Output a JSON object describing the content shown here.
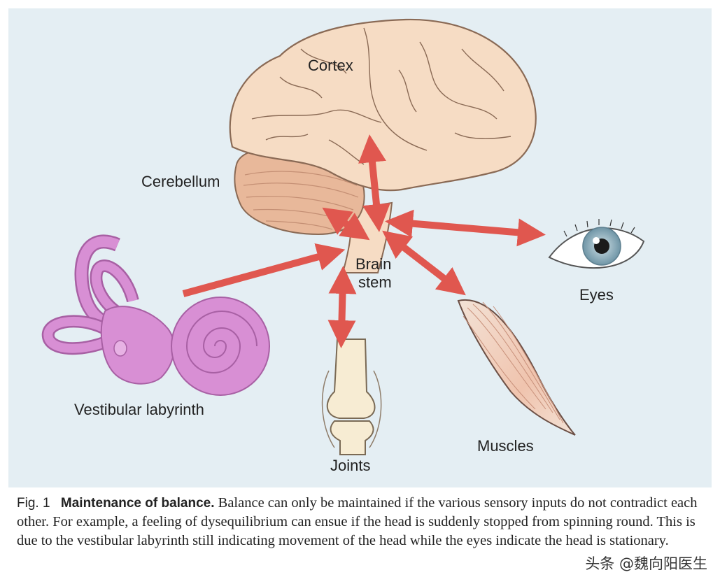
{
  "labels": {
    "cortex": "Cortex",
    "cerebellum": "Cerebellum",
    "brain_stem_line1": "Brain",
    "brain_stem_line2": "stem",
    "eyes": "Eyes",
    "muscles": "Muscles",
    "joints": "Joints",
    "vestibular": "Vestibular labyrinth"
  },
  "caption": {
    "number": "Fig. 1",
    "title": "Maintenance of balance.",
    "text": "Balance can only be maintained if the various sensory inputs do not contradict each other. For example, a feeling of dysequilibrium can ensue if the head is suddenly stopped from spinning round. This is due to the vestibular labyrinth still indicating movement of the head while the eyes indicate the head is stationary."
  },
  "watermark": "头条 @魏向阳医生",
  "colors": {
    "background": "#e4eef3",
    "brain": "#f6dcc4",
    "cerebellum": "#e8b89a",
    "arrow": "#e0574f",
    "labyrinth": "#d88fd4",
    "iris": "#8fb0bf",
    "muscle": "#f0c8b4"
  }
}
